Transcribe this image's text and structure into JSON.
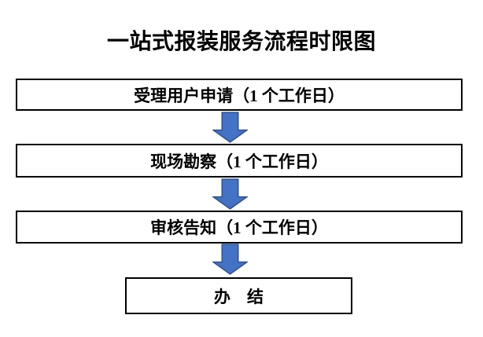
{
  "title": "一站式报装服务流程时限图",
  "flow": {
    "steps": [
      {
        "label": "受理用户申请（1 个工作日）"
      },
      {
        "label": "现场勘察（1 个工作日）"
      },
      {
        "label": "审核告知（1 个工作日）"
      },
      {
        "label": "办　结"
      }
    ]
  },
  "icons": {
    "connector": "down-arrow"
  },
  "colors": {
    "background": "#FFFFFF",
    "box_border": "#000000",
    "text": "#000000",
    "arrow_fill": "#4472C4",
    "arrow_stroke": "#2F528F"
  }
}
